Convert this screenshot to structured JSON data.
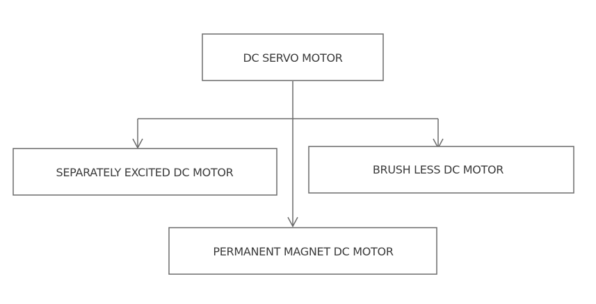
{
  "diagram": {
    "nodes": {
      "root": {
        "label": "DC SERVO MOTOR"
      },
      "separately_excited": {
        "label": "SEPARATELY EXCITED DC MOTOR"
      },
      "brushless": {
        "label": "BRUSH LESS DC MOTOR"
      },
      "permanent_magnet": {
        "label": "PERMANENT MAGNET DC MOTOR"
      }
    },
    "edges": [
      {
        "from": "root",
        "to": "separately_excited"
      },
      {
        "from": "root",
        "to": "brushless"
      },
      {
        "from": "root",
        "to": "permanent_magnet"
      }
    ],
    "colors": {
      "line": "#6a6a6a",
      "text": "#3a3a3a",
      "background": "#ffffff"
    }
  }
}
